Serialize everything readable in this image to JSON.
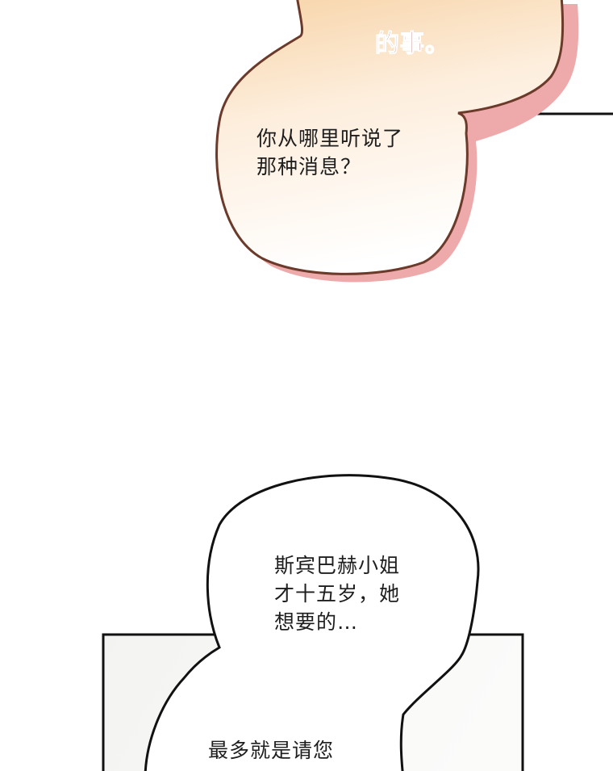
{
  "bubble_top": {
    "lines": [
      "的事。"
    ],
    "color": "#8e2a2a"
  },
  "bubble_1": {
    "lines": [
      "你从哪里听说了",
      "那种消息？"
    ],
    "border_color": "#6b3a2a",
    "shadow_color": "#e9a0a0"
  },
  "bubble_2": {
    "lines": [
      "斯宾巴赫小姐",
      "才十五岁，她",
      "想要的…"
    ]
  },
  "bubble_3": {
    "lines": [
      "最多就是请您"
    ]
  }
}
